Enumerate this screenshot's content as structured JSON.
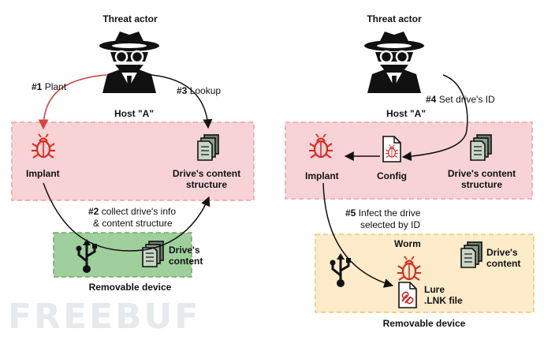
{
  "left": {
    "threat_actor": "Threat actor",
    "step1_num": "#1",
    "step1_text": "Plant",
    "step3_num": "#3",
    "step3_text": "Lookup",
    "host": "Host \"A\"",
    "implant": "Implant",
    "drive_structure_line1": "Drive's content",
    "drive_structure_line2": "structure",
    "step2_line1_num": "#2",
    "step2_line1_text": "collect drive's info",
    "step2_line2": "& content structure",
    "drive_content_line1": "Drive's",
    "drive_content_line2": "content",
    "removable": "Removable device"
  },
  "right": {
    "threat_actor": "Threat actor",
    "step4_num": "#4",
    "step4_text": "Set drive's ID",
    "host": "Host \"A\"",
    "implant": "Implant",
    "config": "Config",
    "drive_structure_line1": "Drive's content",
    "drive_structure_line2": "structure",
    "step5_line1_num": "#5",
    "step5_line1_text": "Infect the drive",
    "step5_line2": "selected by ID",
    "worm": "Worm",
    "drive_content_line1": "Drive's",
    "drive_content_line2": "content",
    "lure_line1": "Lure",
    "lure_line2": ".LNK file",
    "removable": "Removable device"
  },
  "watermark": "FREEBUF",
  "colors": {
    "host_fill": "#f8d3d6",
    "host_border": "#e8a2a6",
    "device_green_fill": "#9fcf9c",
    "device_green_border": "#6aaa64",
    "device_yellow_fill": "#fdebc9",
    "device_yellow_border": "#ecc67d",
    "bug_red": "#d62a20",
    "arrow_red": "#d04545",
    "arrow_black": "#111111"
  }
}
